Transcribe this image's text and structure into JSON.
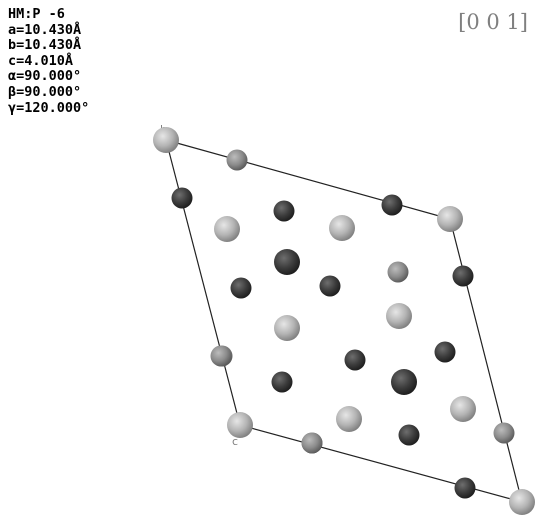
{
  "lattice_info": {
    "space_group": "HM:P -6",
    "a": "a=10.430Å",
    "b": "b=10.430Å",
    "c": "c=4.010Å",
    "alpha": "α=90.000°",
    "beta": "β=90.000°",
    "gamma": "γ=120.000°"
  },
  "view_direction": "[0 0 1]",
  "axis_labels": {
    "corner_top": "b",
    "corner_bottom": "c"
  },
  "colors": {
    "background": "#ffffff",
    "cell_edge": "#222222",
    "atom_light": "#b4b4b4",
    "atom_mid": "#8c8c8c",
    "atom_dark": "#3c3c3c",
    "view_label": "#808080"
  },
  "atoms": [
    {
      "shade": "light",
      "size": "large"
    },
    {
      "shade": "mid",
      "size": "medium"
    },
    {
      "shade": "light",
      "size": "large"
    },
    {
      "shade": "mid",
      "size": "medium"
    },
    {
      "shade": "light",
      "size": "large"
    },
    {
      "shade": "mid",
      "size": "medium"
    },
    {
      "shade": "light",
      "size": "large"
    },
    {
      "shade": "mid",
      "size": "medium"
    },
    {
      "shade": "mid",
      "size": "medium"
    },
    {
      "shade": "dark",
      "size": "medium"
    },
    {
      "shade": "dark",
      "size": "medium"
    },
    {
      "shade": "dark",
      "size": "medium"
    },
    {
      "shade": "light",
      "size": "large"
    },
    {
      "shade": "light",
      "size": "large"
    },
    {
      "shade": "dark",
      "size": "large"
    },
    {
      "shade": "dark",
      "size": "medium"
    },
    {
      "shade": "dark",
      "size": "medium"
    },
    {
      "shade": "mid",
      "size": "medium"
    },
    {
      "shade": "dark",
      "size": "medium"
    },
    {
      "shade": "light",
      "size": "large"
    },
    {
      "shade": "light",
      "size": "large"
    },
    {
      "shade": "dark",
      "size": "medium"
    },
    {
      "shade": "dark",
      "size": "medium"
    },
    {
      "shade": "dark",
      "size": "medium"
    },
    {
      "shade": "dark",
      "size": "large"
    },
    {
      "shade": "light",
      "size": "large"
    },
    {
      "shade": "light",
      "size": "large"
    },
    {
      "shade": "dark",
      "size": "medium"
    },
    {
      "shade": "mid",
      "size": "medium"
    },
    {
      "shade": "dark",
      "size": "medium"
    }
  ]
}
